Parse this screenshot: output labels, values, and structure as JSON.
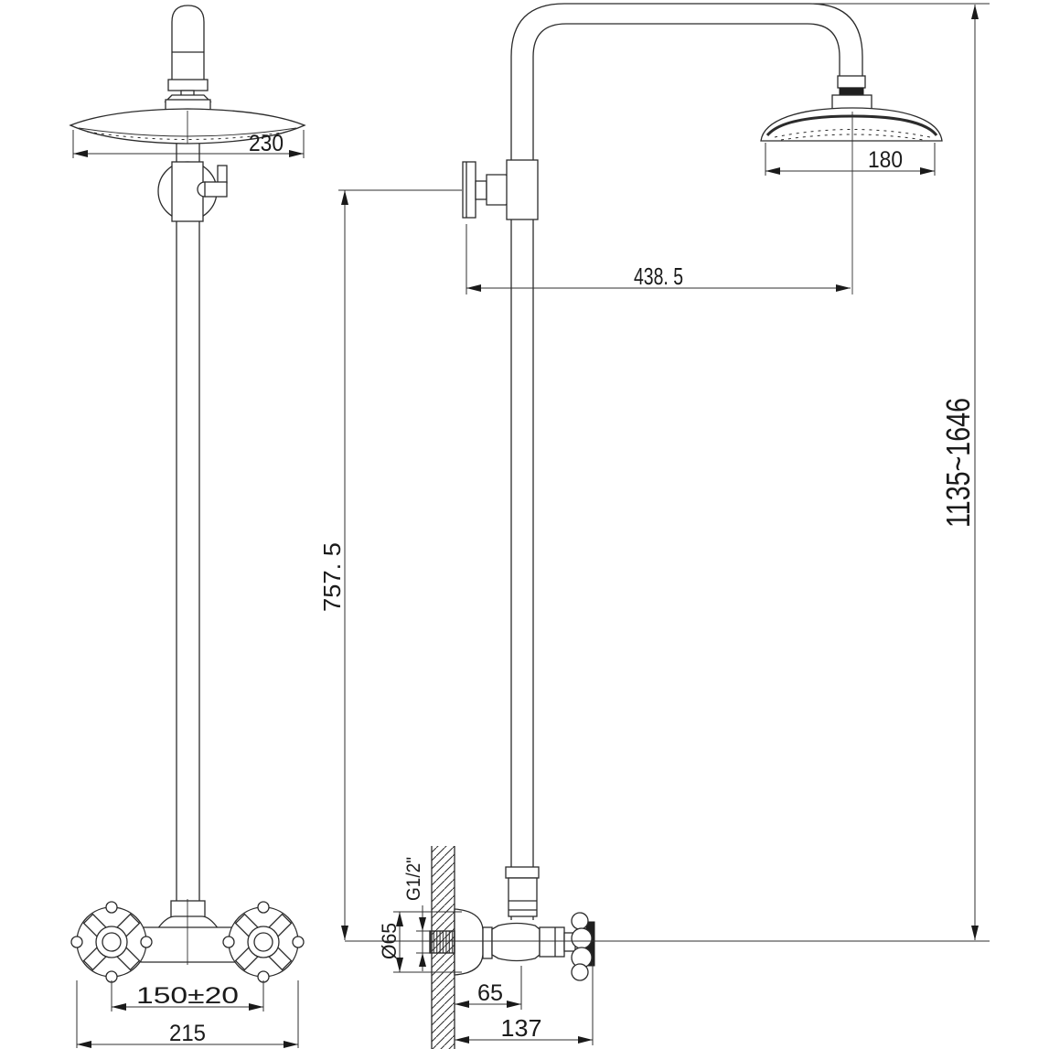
{
  "drawing": {
    "type": "technical-dimension-drawing",
    "subject": "shower column with rain head and cross-handle mixer, front and side views"
  },
  "dims": {
    "front": {
      "head_width": "230",
      "handle_spacing": "150±20",
      "valve_width": "215"
    },
    "side": {
      "head_diameter": "180",
      "arm_reach": "438. 5",
      "wall_bracket_height": "757. 5",
      "overall_height": "1135~1646",
      "wall_to_valve_body": "65",
      "wall_to_handle_end": "137",
      "thread_size": "G1/2\"",
      "escutcheon_diameter": "Ø65"
    }
  },
  "colors": {
    "line": "#2b2b2b",
    "background": "#ffffff"
  }
}
